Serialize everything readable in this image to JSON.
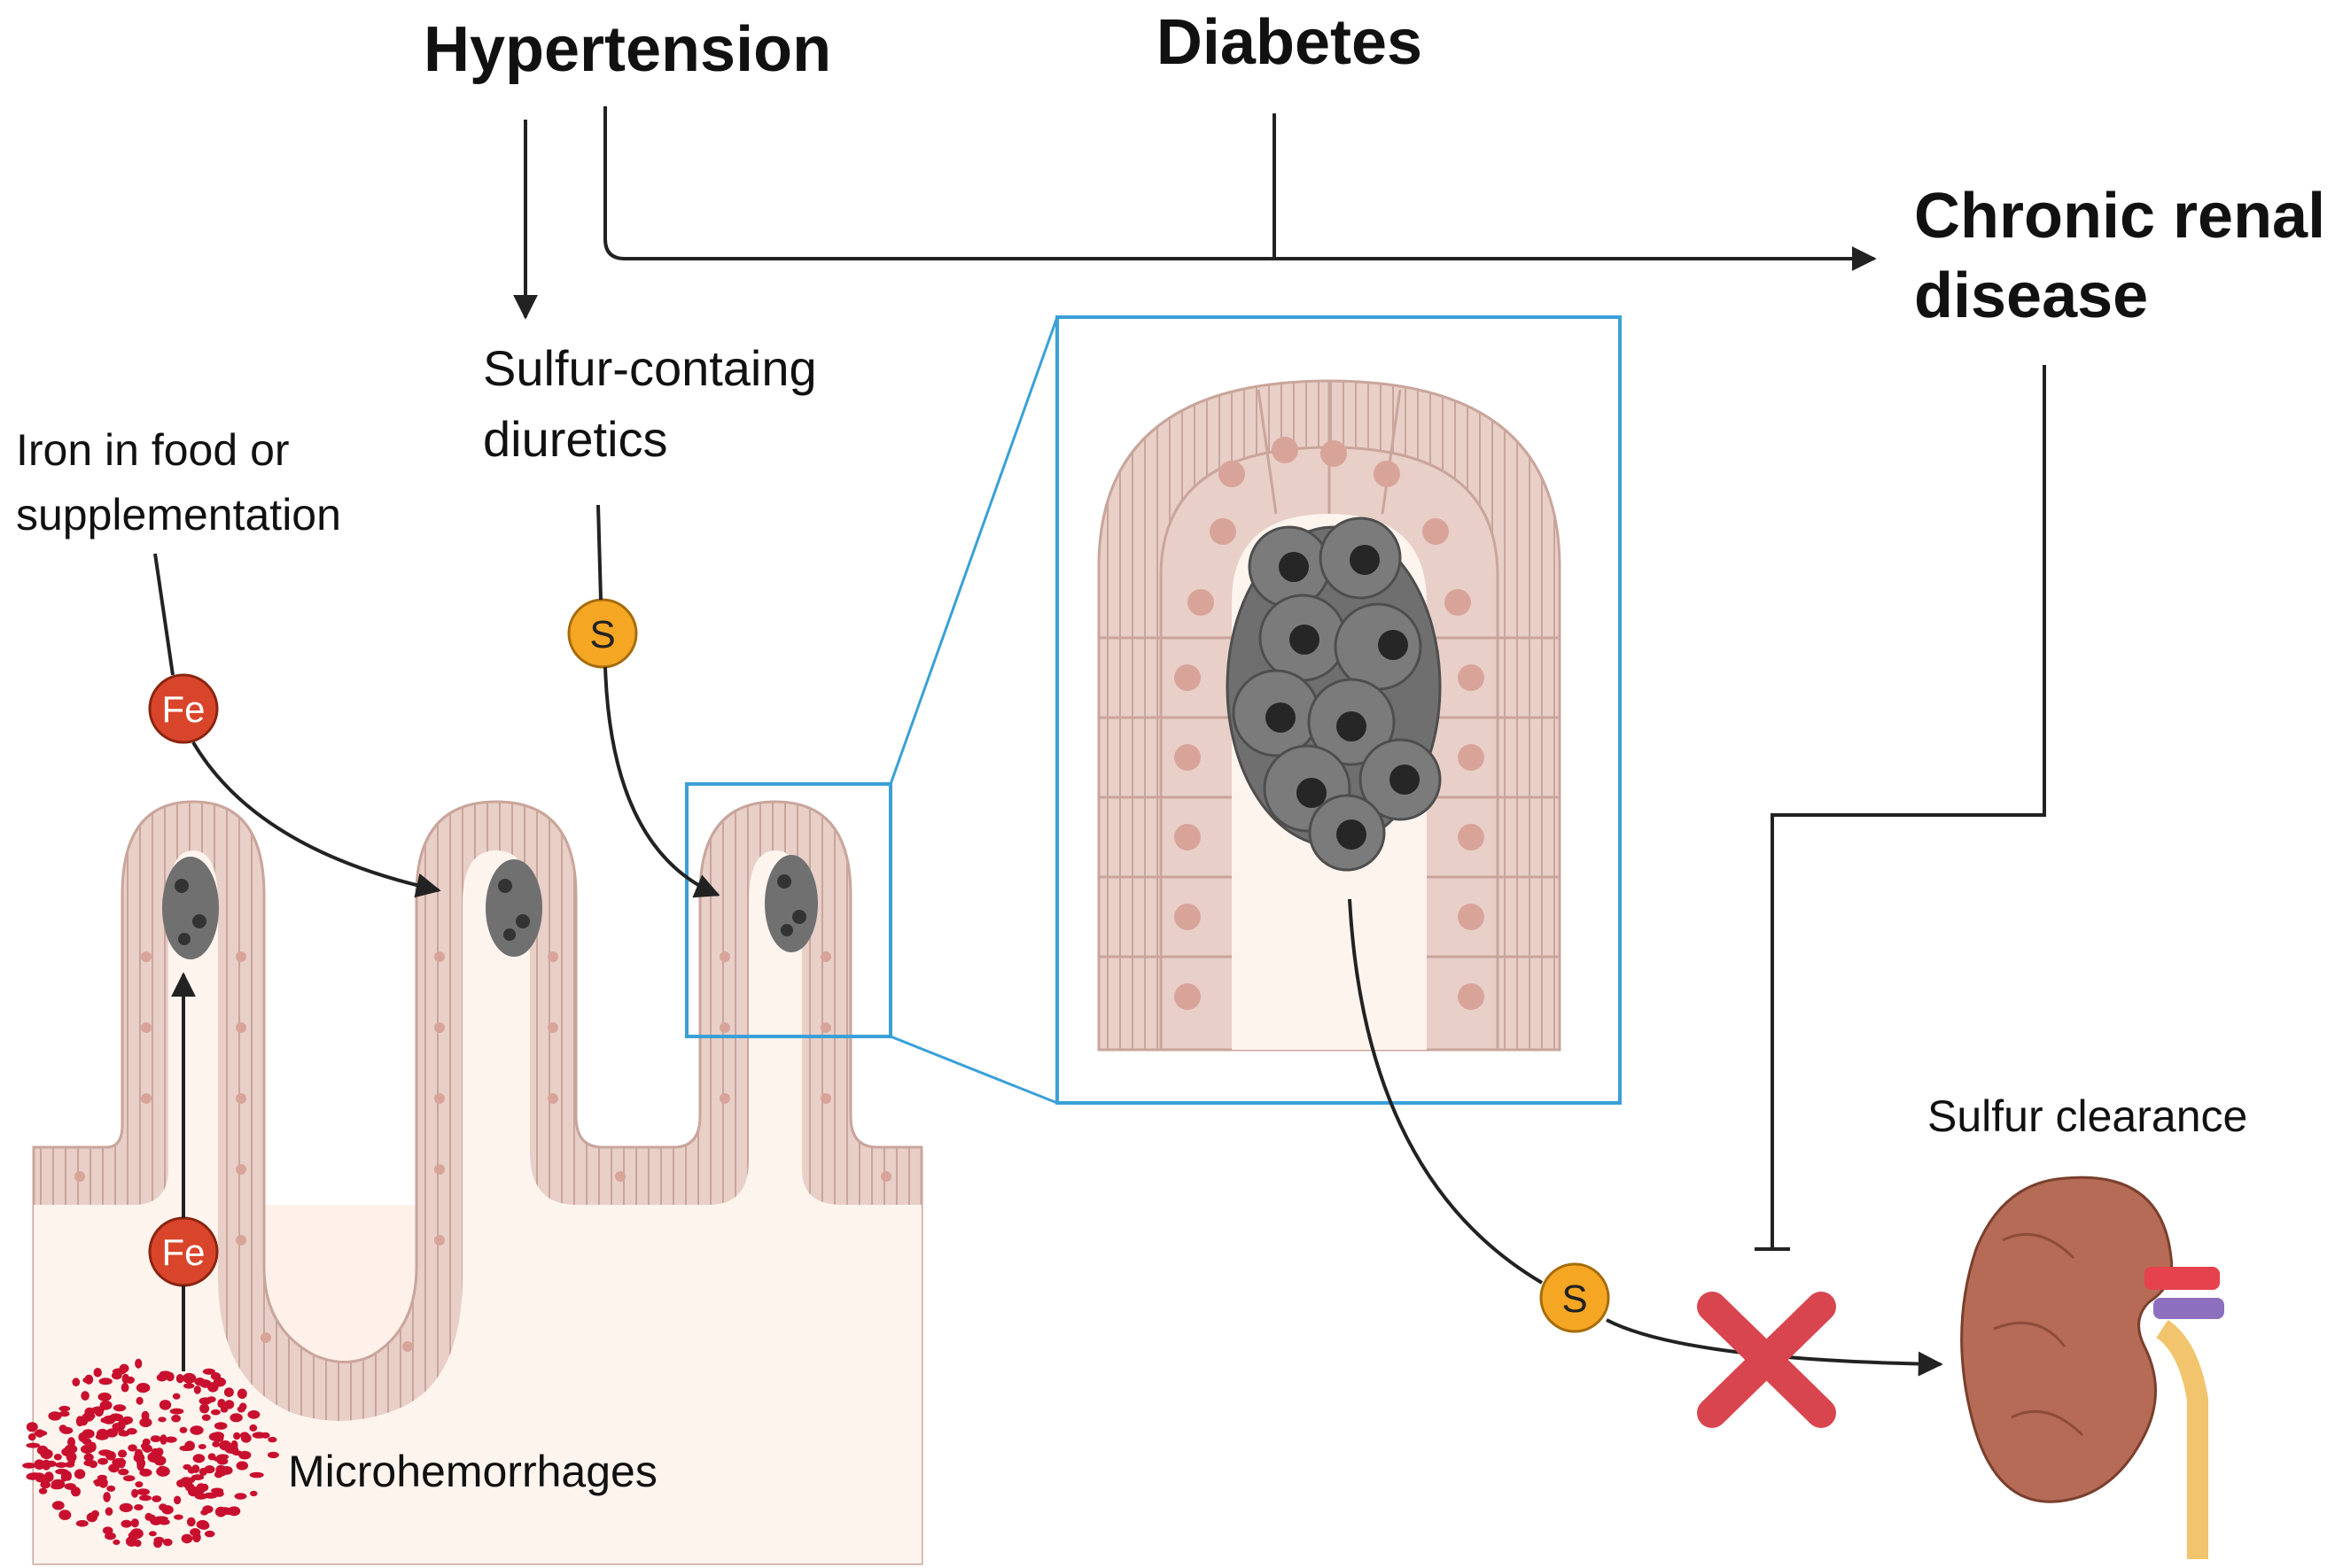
{
  "labels": {
    "hypertension": "Hypertension",
    "diabetes": "Diabetes",
    "ckd_line1": "Chronic renal",
    "ckd_line2": "disease",
    "diuretics_line1": "Sulfur-containg",
    "diuretics_line2": "diuretics",
    "iron_line1": "Iron in food or",
    "iron_line2": "supplementation",
    "microhemorrhages": "Microhemorrhages",
    "sulfur_clearance": "Sulfur clearance"
  },
  "badges": {
    "iron": "Fe",
    "sulfur": "S"
  },
  "colors": {
    "iron_badge": "#d9452b",
    "sulfur_badge": "#f5a623",
    "zoom_box": "#3aa0d8",
    "villus_tissue": "#e8cfc8",
    "villus_core": "#fdf4ee",
    "pigment": "#6f6f6f",
    "blood": "#c8102e",
    "block_cross": "#d9454f",
    "kidney": "#b56b55"
  },
  "icons": [
    "blocked-x-icon",
    "kidney-icon",
    "blood-cells-icon"
  ]
}
